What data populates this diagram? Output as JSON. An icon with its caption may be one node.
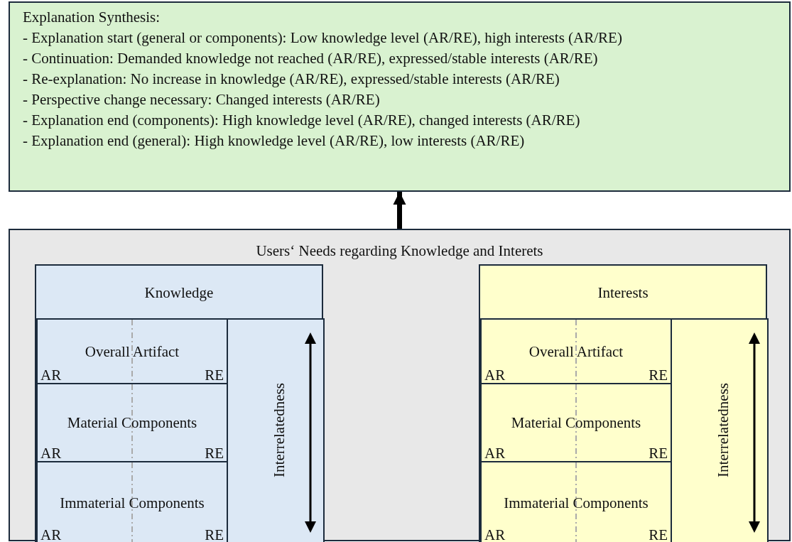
{
  "diagram": {
    "nodes": [
      {
        "text": [
          "Explanation Synthesis:",
          "- Explanation start (general or components): Low knowledge level (AR/RE), high interests (AR/RE)",
          "- Continuation: Demanded knowledge not reached (AR/RE), expressed/stable interests (AR/RE)",
          "- Re-explanation: No increase in knowledge (AR/RE), expressed/stable interests (AR/RE)",
          "- Perspective change necessary: Changed interests (AR/RE)",
          "- Explanation end (components): High knowledge level (AR/RE), changed interests (AR/RE)",
          "- Explanation end (general): High knowledge level (AR/RE), low interests (AR/RE)"
        ]
      },
      {
        "text": [
          "Users‘ Needs regarding Knowledge and Interets"
        ]
      },
      {
        "text": [
          "Knowledge"
        ],
        "in": 1
      },
      {
        "text": [
          "Overall Artifact",
          "AR",
          "RE"
        ],
        "in": 2
      },
      {
        "text": [
          "Material Components",
          "AR",
          "RE"
        ],
        "in": 2
      },
      {
        "text": [
          "Immaterial Components",
          "AR",
          "RE"
        ],
        "in": 2
      },
      {
        "text": [
          "Interrelatedness"
        ],
        "in": 2
      },
      {
        "text": [
          "Interests"
        ],
        "in": 1
      },
      {
        "text": [
          "Overall Artifact",
          "AR",
          "RE"
        ],
        "in": 7
      },
      {
        "text": [
          "Material Components",
          "AR",
          "RE"
        ],
        "in": 7
      },
      {
        "text": [
          "Immaterial Components",
          "AR",
          "RE"
        ],
        "in": 7
      },
      {
        "text": [
          "Interrelatedness"
        ],
        "in": 7
      }
    ],
    "edges": [
      {
        "from": 1,
        "to": 0,
        "arrow": "to"
      }
    ]
  }
}
